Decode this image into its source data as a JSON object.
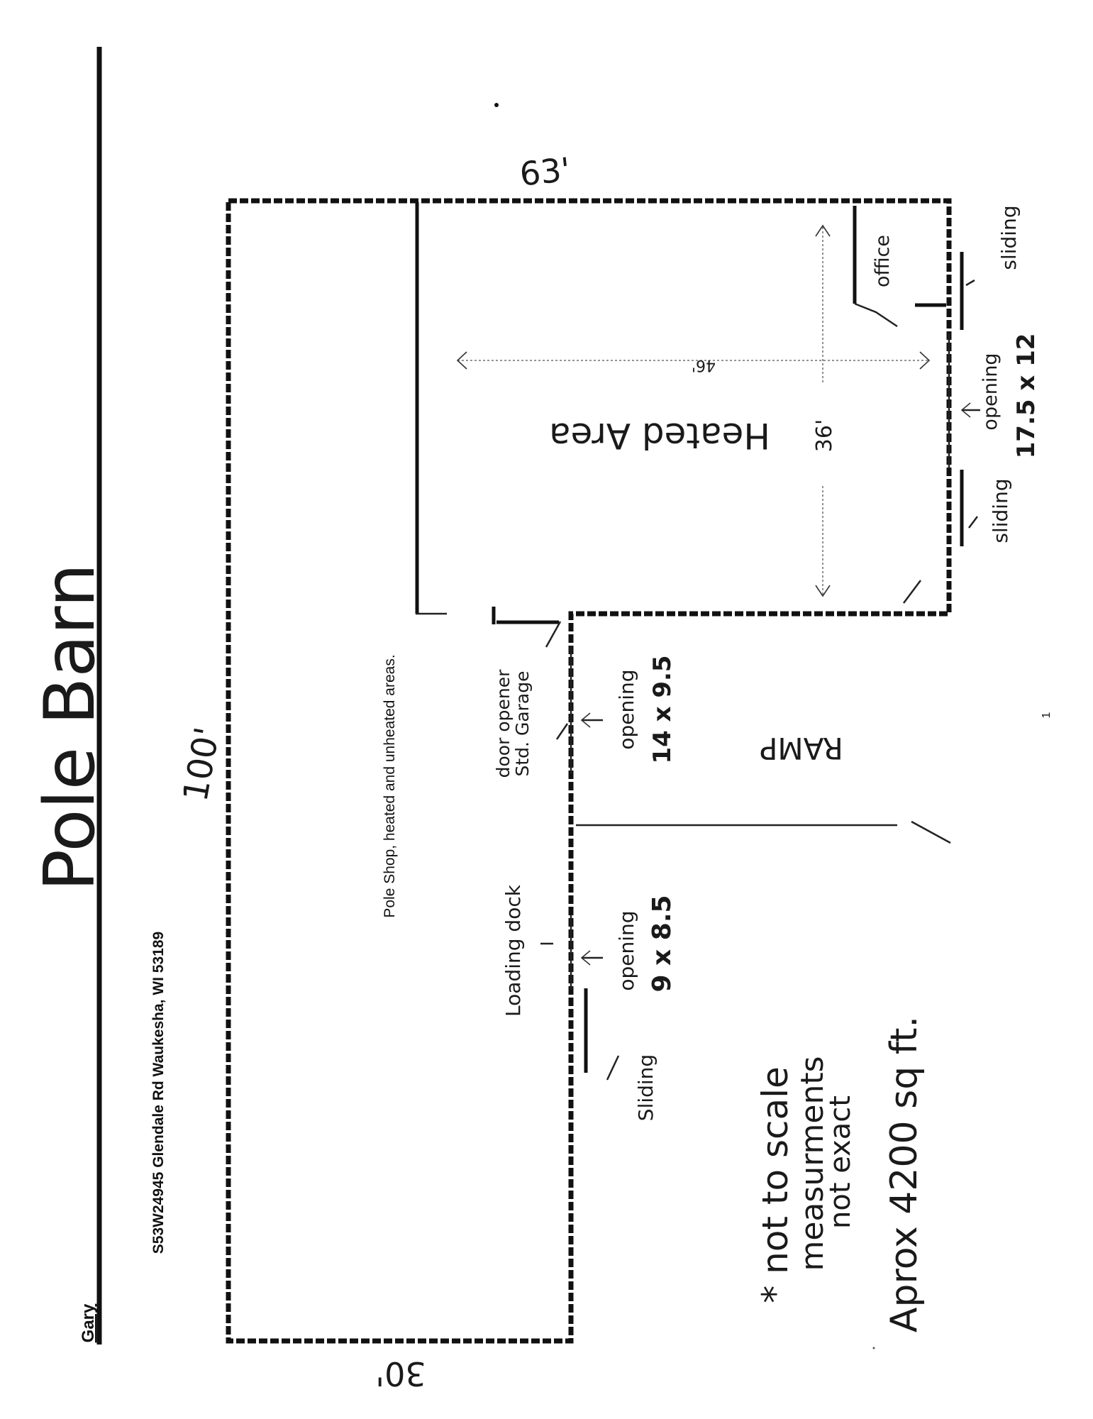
{
  "document": {
    "title": "Pole Barn",
    "name": "Gary",
    "address": "S53W24945 Glendale Rd Waukesha, WI 53189",
    "description": "Pole Shop, heated and unheated areas.",
    "page_number": "1"
  },
  "dimensions": {
    "length": "100'",
    "width_top": "63'",
    "width_bottom": "30'",
    "heated_width": "36'",
    "heated_length": "46'"
  },
  "areas": {
    "heated": "Heated Area",
    "office": "office",
    "ramp": "RAMP"
  },
  "doors": {
    "sliding_1": "sliding",
    "sliding_2": "sliding",
    "sliding_3": "Sliding",
    "opening_1_label": "opening",
    "opening_1_size": "17.5 x 12",
    "opening_2_label": "opening",
    "opening_2_size": "14 x 9.5",
    "opening_3_label": "opening",
    "opening_3_size": "9 x 8.5",
    "door_opener_1": "door opener",
    "door_opener_2": "Std. Garage",
    "loading_dock": "Loading dock"
  },
  "notes": {
    "line1": "* not to scale",
    "line2": "measurments",
    "line3": "not exact",
    "area": "Aprox 4200 sq ft."
  }
}
